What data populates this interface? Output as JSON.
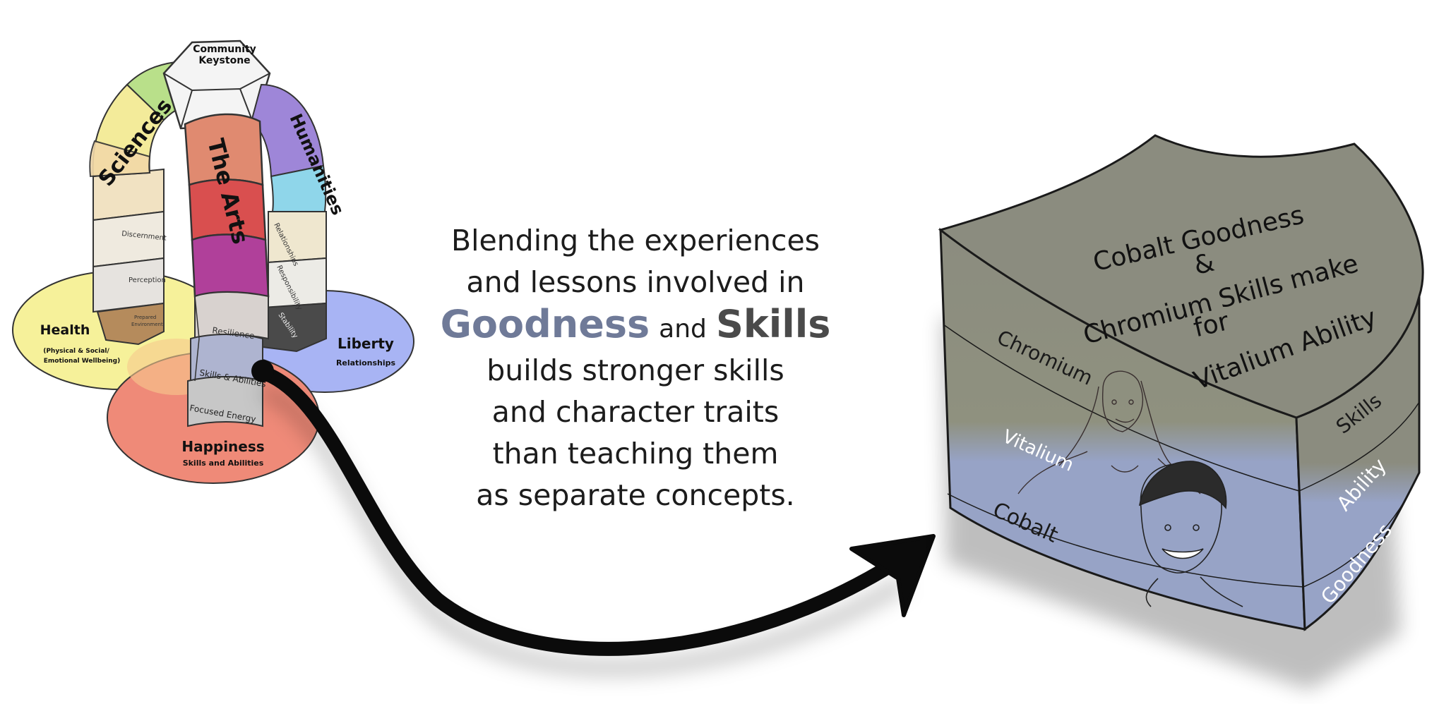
{
  "arch": {
    "keystone_line1": "Community",
    "keystone_line2": "Keystone",
    "sciences": "Sciences",
    "arts": "The Arts",
    "humanities": "Humanities",
    "sciences_blocks": [
      "Discernment",
      "Perception",
      "Prepared",
      "Environment"
    ],
    "humanities_blocks": [
      "Relationships",
      "Responsibility",
      "Stability"
    ],
    "center_blocks": [
      "Resilience",
      "Skills & Abilities",
      "Focused Energy"
    ],
    "health_title": "Health",
    "health_sub1": "(Physical & Social/",
    "health_sub2": "Emotional Wellbeing)",
    "liberty_title": "Liberty",
    "liberty_sub": "Relationships",
    "happiness_title": "Happiness",
    "happiness_sub": "Skills and Abilities"
  },
  "message": {
    "line1": "Blending the experiences",
    "line2": "and lessons involved in",
    "goodness": "Goodness",
    "and": "and",
    "skills": "Skills",
    "line4": "builds stronger skills",
    "line5": "and character traits",
    "line6": "than teaching them",
    "line7": "as separate concepts."
  },
  "shield": {
    "top_line1": "Cobalt Goodness",
    "top_line2": "&",
    "top_line3": "Chromium Skills make",
    "top_line4": "for",
    "top_line5": "Vitalium Ability",
    "chromium": "Chromium",
    "vitalium": "Vitalium",
    "cobalt": "Cobalt",
    "skills": "Skills",
    "ability": "Ability",
    "goodness": "Goodness"
  },
  "colors": {
    "shield_gray": "#8b8c7f",
    "shield_blue": "#97a3c6",
    "goodness_text": "#6f7a98",
    "skills_text": "#4a4a4a",
    "health": "#f6f19a",
    "liberty": "#a8b4f4",
    "happiness": "#ef8a78"
  }
}
